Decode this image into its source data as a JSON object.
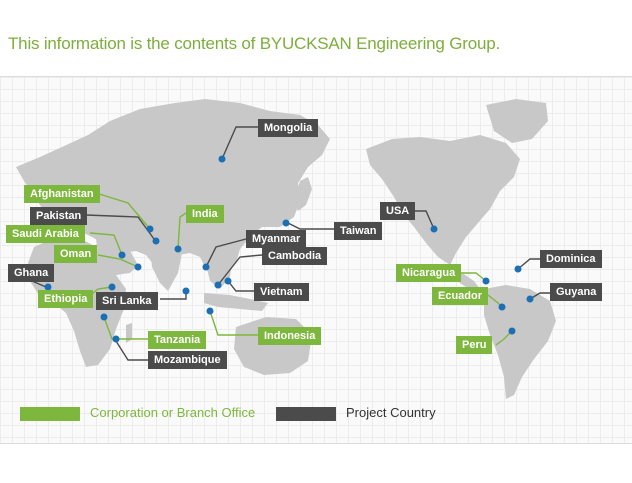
{
  "heading": "This information is the contents of BYUCKSAN Engineering Group.",
  "colors": {
    "corporation": "#7db73d",
    "project": "#4b4b4b",
    "land": "#c8c8c8",
    "dot": "#1a6fb5"
  },
  "labels": {
    "mongolia": "Mongolia",
    "afghanistan": "Afghanistan",
    "india": "India",
    "pakistan": "Pakistan",
    "saudi_arabia": "Saudi Arabia",
    "oman": "Oman",
    "ghana": "Ghana",
    "ethiopia": "Ethiopia",
    "sri_lanka": "Sri Lanka",
    "tanzania": "Tanzania",
    "mozambique": "Mozambique",
    "myanmar": "Myanmar",
    "taiwan": "Taiwan",
    "cambodia": "Cambodia",
    "vietnam": "Vietnam",
    "indonesia": "Indonesia",
    "usa": "USA",
    "nicaragua": "Nicaragua",
    "dominica": "Dominica",
    "ecuador": "Ecuador",
    "guyana": "Guyana",
    "peru": "Peru"
  },
  "legend": {
    "corporation": "Corporation or Branch Office",
    "project": "Project Country"
  }
}
